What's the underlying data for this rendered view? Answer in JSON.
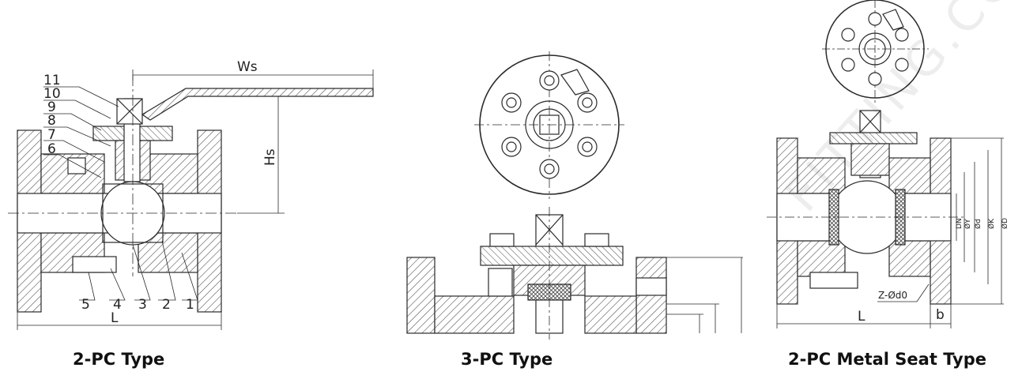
{
  "captions": {
    "two_pc": "2-PC Type",
    "three_pc": "3-PC Type",
    "metal_seat": "2-PC Metal Seat Type"
  },
  "two_pc_labels": {
    "ws": "Ws",
    "hs": "Hs",
    "l": "L",
    "parts": [
      "11",
      "10",
      "9",
      "8",
      "7",
      "6",
      "5",
      "4",
      "3",
      "2",
      "1"
    ]
  },
  "metal_seat_labels": {
    "l": "L",
    "b": "b",
    "bolt": "Z-Ød0",
    "dn": "DN",
    "oy": "ØY",
    "od": "Ød",
    "ok": "ØK",
    "oD": "ØD"
  },
  "watermark": "FITTING.COM",
  "colors": {
    "line": "#2a2a2a",
    "hatch": "#555555",
    "caption": "#111111"
  }
}
